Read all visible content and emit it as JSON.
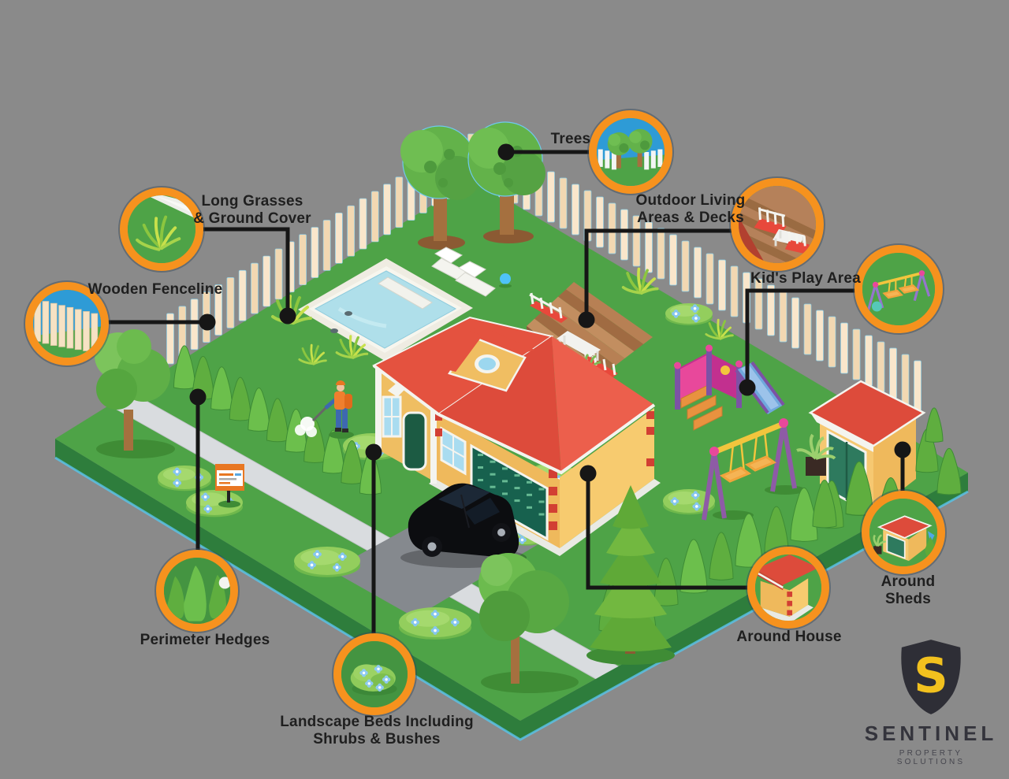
{
  "callouts": [
    {
      "id": "trees",
      "label": "Trees",
      "icon": "trees-icon"
    },
    {
      "id": "long-grasses",
      "label": "Long Grasses\n& Ground Cover",
      "icon": "grass-icon"
    },
    {
      "id": "wooden-fenceline",
      "label": "Wooden Fenceline",
      "icon": "fence-icon"
    },
    {
      "id": "outdoor-living",
      "label": "Outdoor Living\nAreas & Decks",
      "icon": "deck-icon"
    },
    {
      "id": "kids-play-area",
      "label": "Kid's Play Area",
      "icon": "swing-icon"
    },
    {
      "id": "around-sheds",
      "label": "Around Sheds",
      "icon": "shed-icon"
    },
    {
      "id": "around-house",
      "label": "Around House",
      "icon": "house-corner-icon"
    },
    {
      "id": "perimeter-hedges",
      "label": "Perimeter Hedges",
      "icon": "hedge-icon"
    },
    {
      "id": "landscape-beds",
      "label": "Landscape Beds Including\nShrubs & Bushes",
      "icon": "flower-bed-icon"
    }
  ],
  "logo": {
    "monogram": "S",
    "name": "SENTINEL",
    "tagline": "PROPERTY SOLUTIONS"
  },
  "colors": {
    "background": "#8A8A8A",
    "accent_orange": "#F6921E",
    "connector": "#161616",
    "label_text": "#1F1F1F",
    "lawn": "#4EA347",
    "lawn_edge": "#2E7D3C",
    "edge_glow_blue": "#59C4EC",
    "fence_cream": "#F6E2C4",
    "roof_red": "#DD4B3B",
    "wall_tan": "#EFB95C",
    "door_green": "#17614E",
    "pool_water": "#AFDFEA",
    "deck_brown": "#B5815A",
    "sidewalk": "#D9DCDF",
    "driveway": "#85898E",
    "logo_yellow": "#F2C11E",
    "logo_charcoal": "#2E2E36"
  }
}
